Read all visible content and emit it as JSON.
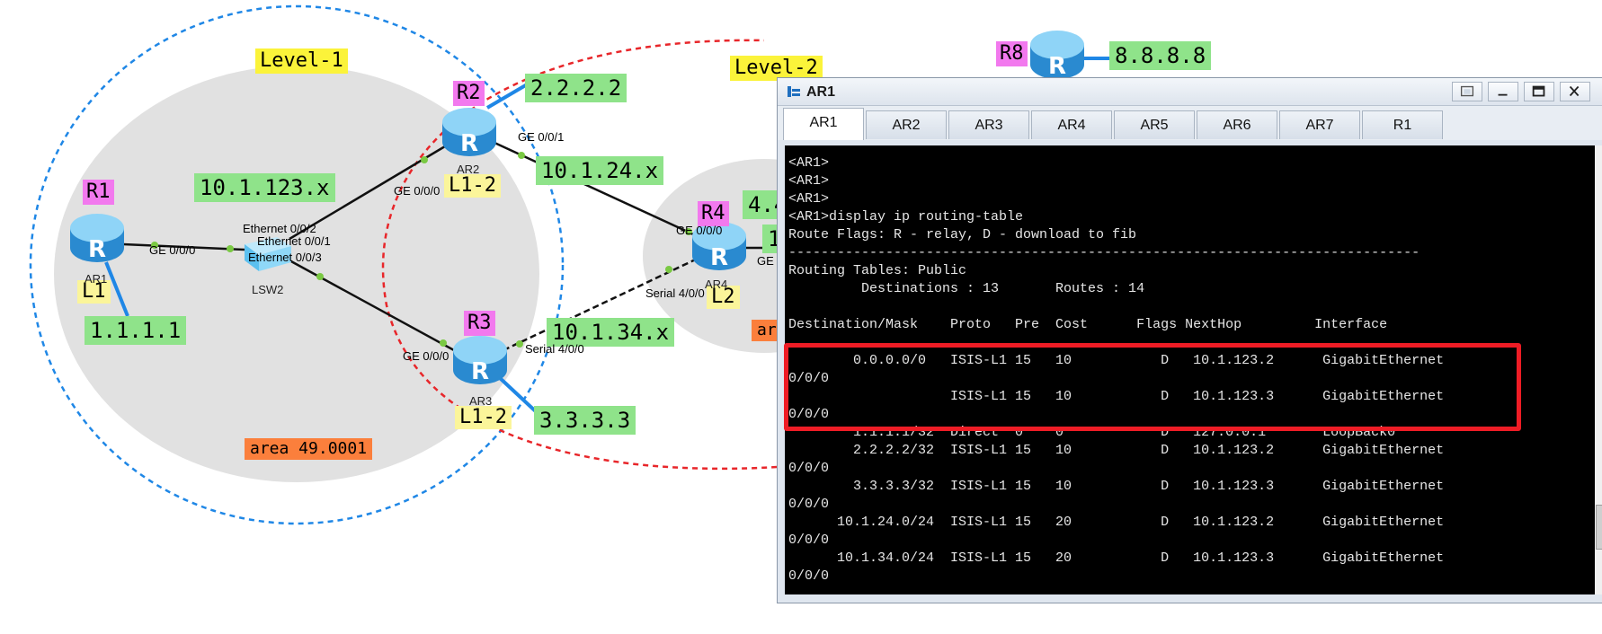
{
  "topology": {
    "labels": {
      "level1": "Level-1",
      "level2": "Level-2",
      "area": "area 49.0001",
      "area_partial": "ar",
      "net_123": "10.1.123.x",
      "net_24": "10.1.24.x",
      "net_34": "10.1.34.x",
      "lo_r1": "1.1.1.1",
      "lo_r2": "2.2.2.2",
      "lo_r3": "3.3.3.3",
      "lo_r4_partial": "4.4",
      "lo_r8": "8.8.8.8",
      "r4_partial": "1"
    },
    "router_tags": {
      "r1": "R1",
      "r2": "R2",
      "r3": "R3",
      "r4": "R4",
      "r8": "R8"
    },
    "level_tags": {
      "r1": "L1",
      "r2": "L1-2",
      "r3": "L1-2",
      "r4": "L2"
    },
    "device_names": {
      "ar1": "AR1",
      "ar2": "AR2",
      "ar3": "AR3",
      "ar4": "AR4",
      "lsw2": "LSW2"
    },
    "port_labels": {
      "ar1_ge000": "GE 0/0/0",
      "lsw_e002": "Ethernet 0/0/2",
      "lsw_e001": "Ethernet 0/0/1",
      "lsw_e003": "Ethernet 0/0/3",
      "ar2_ge000": "GE 0/0/0",
      "ar2_ge001": "GE 0/0/1",
      "ar3_ge000": "GE 0/0/0",
      "ar3_s400": "Serial 4/0/0",
      "ar4_ge000": "GE 0/0/0",
      "ar4_s400": "Serial 4/0/0",
      "ar4_ge_partial": "GE"
    },
    "router_icon_letter": "R",
    "colors": {
      "green": "#8fe38a",
      "yellow": "#fbf33a",
      "pink": "#f279ee",
      "orange": "#fb7f3c",
      "level1_circle": "#1f87e6",
      "level2_circle": "#e8262a",
      "highlight": "#ee1c25"
    }
  },
  "window": {
    "title": "AR1",
    "tabs": [
      "AR1",
      "AR2",
      "AR3",
      "AR4",
      "AR5",
      "AR6",
      "AR7",
      "R1"
    ],
    "active_tab": "AR1",
    "console_lines": [
      "<AR1>",
      "<AR1>",
      "<AR1>",
      "<AR1>display ip routing-table",
      "Route Flags: R - relay, D - download to fib",
      "------------------------------------------------------------------------------",
      "Routing Tables: Public",
      "         Destinations : 13       Routes : 14",
      "",
      "Destination/Mask    Proto   Pre  Cost      Flags NextHop         Interface",
      "",
      "        0.0.0.0/0   ISIS-L1 15   10           D   10.1.123.2      GigabitEthernet",
      "0/0/0",
      "                    ISIS-L1 15   10           D   10.1.123.3      GigabitEthernet",
      "0/0/0",
      "        1.1.1.1/32  Direct  0    0            D   127.0.0.1       LoopBack0",
      "        2.2.2.2/32  ISIS-L1 15   10           D   10.1.123.2      GigabitEthernet",
      "0/0/0",
      "        3.3.3.3/32  ISIS-L1 15   10           D   10.1.123.3      GigabitEthernet",
      "0/0/0",
      "      10.1.24.0/24  ISIS-L1 15   20           D   10.1.123.2      GigabitEthernet",
      "0/0/0",
      "      10.1.34.0/24  ISIS-L1 15   20           D   10.1.123.3      GigabitEthernet",
      "0/0/0"
    ]
  }
}
